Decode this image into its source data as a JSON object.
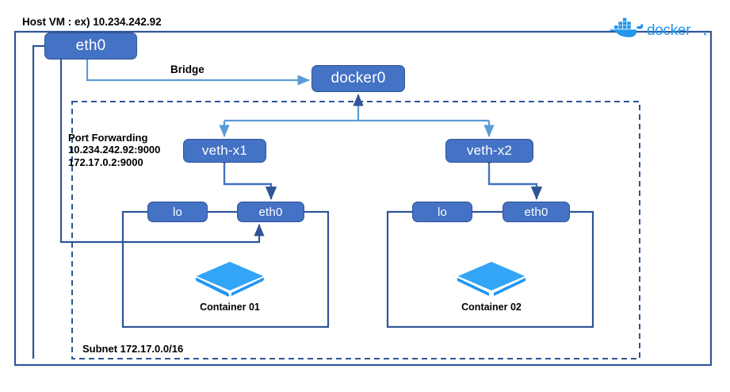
{
  "diagram": {
    "title": "Docker host networking diagram",
    "host_label": "Host VM : ex) 10.234.242.92",
    "bridge_label": "Bridge",
    "port_forwarding": {
      "heading": "Port Forwarding",
      "host_mapping": "10.234.242.92:9000",
      "container_mapping": "172.17.0.2:9000",
      "text": "Port Forwarding\n10.234.242.92:9000\n172.17.0.2:9000"
    },
    "subnet_label": "Subnet 172.17.0.0/16",
    "logo": {
      "name": "docker-logo",
      "wordmark": "docker"
    }
  },
  "nodes": {
    "host_eth0": "eth0",
    "docker0": "docker0",
    "veth_x1": "veth-x1",
    "veth_x2": "veth-x2",
    "c1_lo": "lo",
    "c1_eth0": "eth0",
    "c2_lo": "lo",
    "c2_eth0": "eth0"
  },
  "containers": [
    {
      "caption": "Container 01",
      "icon": "container-cube-icon"
    },
    {
      "caption": "Container 02",
      "icon": "container-cube-icon"
    }
  ],
  "colors": {
    "node_fill": "#4472c4",
    "node_stroke": "#2f5597",
    "frame_stroke": "#2f5597",
    "connector_dark": "#2f5597",
    "connector_light": "#5b9bd5",
    "cube_top": "#2ea4f5",
    "cube_left": "#2196f3",
    "cube_right": "#2196f3",
    "docker_blue": "#2396ed",
    "text": "#000000"
  }
}
